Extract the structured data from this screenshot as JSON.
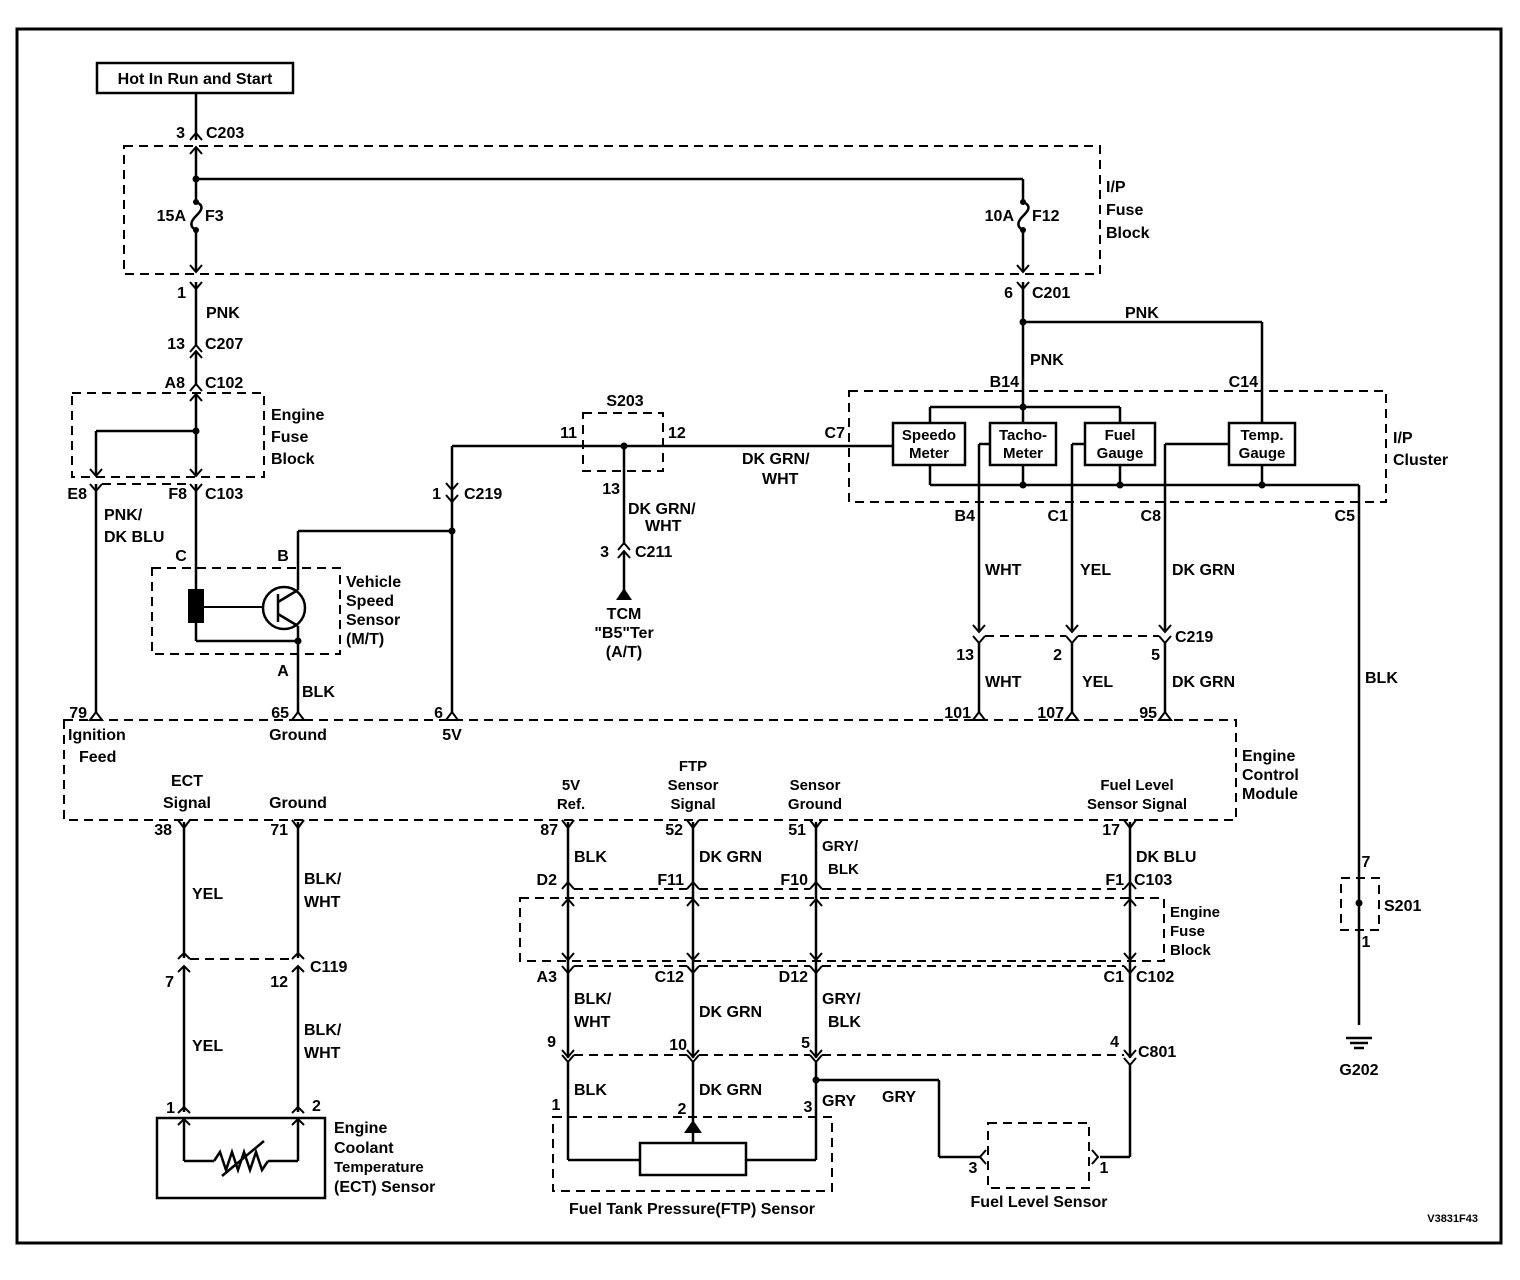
{
  "diagram": {
    "power_source": "Hot In Run and Start",
    "drawing_id": "V3831F43",
    "ip_fuse_block": {
      "label_lines": [
        "I/P",
        "Fuse",
        "Block"
      ],
      "connector_top": {
        "pin": "3",
        "name": "C203"
      },
      "fuse_f3": {
        "rating": "15A",
        "name": "F3"
      },
      "fuse_f12": {
        "rating": "10A",
        "name": "F12"
      },
      "out_left": {
        "pin": "1"
      },
      "out_right": {
        "pin": "6",
        "name": "C201"
      }
    },
    "left_chain": {
      "wire1": "PNK",
      "c207": {
        "pin": "13",
        "name": "C207"
      },
      "c102": {
        "pin": "A8",
        "name": "C102"
      }
    },
    "engine_fuse_block_top": {
      "label_lines": [
        "Engine",
        "Fuse",
        "Block"
      ],
      "pin_e8": "E8",
      "pin_f8": "F8",
      "connector": "C103",
      "wire_e8": [
        "PNK/",
        "DK BLU"
      ]
    },
    "vss": {
      "label_lines": [
        "Vehicle",
        "Speed",
        "Sensor",
        "(M/T)"
      ],
      "pin_c": "C",
      "pin_b": "B",
      "pin_a": "A",
      "wire_a": "BLK"
    },
    "c219_left": {
      "pin": "1",
      "name": "C219"
    },
    "splice_s203": {
      "name": "S203",
      "pin11": "11",
      "pin12": "12",
      "pin13": "13"
    },
    "tcm": {
      "wire_main": [
        "DK GRN/",
        "WHT"
      ],
      "wire_branch": [
        "DK GRN/",
        "WHT"
      ],
      "c211": {
        "pin": "3",
        "name": "C211"
      },
      "label_lines": [
        "TCM",
        "\"B5\"Ter",
        "(A/T)"
      ]
    },
    "ip_cluster": {
      "label_lines": [
        "I/P",
        "Cluster"
      ],
      "wire_top": "PNK",
      "wire_b14": "PNK",
      "pins": {
        "b14": "B14",
        "c14": "C14",
        "c7": "C7",
        "b4": "B4",
        "c1": "C1",
        "c8": "C8",
        "c5": "C5"
      },
      "gauges": [
        [
          "Speedo",
          "Meter"
        ],
        [
          "Tacho-",
          "Meter"
        ],
        [
          "Fuel",
          "Gauge"
        ],
        [
          "Temp.",
          "Gauge"
        ]
      ]
    },
    "c219_right": {
      "name": "C219",
      "pins": [
        "13",
        "2",
        "5"
      ],
      "wires_upper": [
        "WHT",
        "YEL",
        "DK GRN"
      ],
      "wires_lower": [
        "WHT",
        "YEL",
        "DK GRN"
      ]
    },
    "ecm": {
      "label_lines": [
        "Engine",
        "Control",
        "Module"
      ],
      "top_pins": [
        {
          "pin": "79",
          "label": [
            "Ignition",
            "Feed"
          ]
        },
        {
          "pin": "65",
          "label": [
            "Ground"
          ]
        },
        {
          "pin": "6",
          "label": [
            "5V"
          ]
        },
        {
          "pin": "101"
        },
        {
          "pin": "107"
        },
        {
          "pin": "95"
        }
      ],
      "bottom_pins": [
        {
          "pin": "38",
          "label": [
            "ECT",
            "Signal"
          ]
        },
        {
          "pin": "71",
          "label": [
            "Ground"
          ]
        },
        {
          "pin": "87",
          "label": [
            "5V",
            "Ref."
          ]
        },
        {
          "pin": "52",
          "label": [
            "FTP",
            "Sensor",
            "Signal"
          ]
        },
        {
          "pin": "51",
          "label": [
            "Sensor",
            "Ground"
          ]
        },
        {
          "pin": "17",
          "label": [
            "Fuel Level",
            "Sensor Signal"
          ]
        }
      ]
    },
    "ground_path": {
      "wire": "BLK",
      "splice": {
        "name": "S201",
        "pin_top": "7",
        "pin_bottom": "1"
      },
      "ground": "G202"
    },
    "ect_circuit": {
      "wire_signal_upper": "YEL",
      "wire_ground_upper": [
        "BLK/",
        "WHT"
      ],
      "c119": {
        "name": "C119",
        "pin_signal": "7",
        "pin_ground": "12"
      },
      "wire_signal_lower": "YEL",
      "wire_ground_lower": [
        "BLK/",
        "WHT"
      ],
      "sensor_pins": [
        "1",
        "2"
      ],
      "sensor_label": [
        "Engine",
        "Coolant",
        "Temperature",
        "(ECT) Sensor"
      ]
    },
    "engine_fuse_block_bottom": {
      "label_lines": [
        "Engine",
        "Fuse",
        "Block"
      ],
      "upper_wires": [
        "BLK",
        "DK GRN",
        "GRY/ BLK",
        "DK BLU"
      ],
      "upper_pins": [
        "D2",
        "F11",
        "F10",
        "F1"
      ],
      "upper_connector": "C103",
      "lower_pins": [
        "A3",
        "C12",
        "D12",
        "C1"
      ],
      "lower_connector": "C102"
    },
    "c801": {
      "name": "C801",
      "pins": [
        "9",
        "10",
        "5",
        "4"
      ],
      "upper_wires": [
        [
          "BLK/",
          "WHT"
        ],
        [
          "DK GRN"
        ],
        [
          "GRY/",
          "BLK"
        ]
      ]
    },
    "ftp_sensor": {
      "label": "Fuel Tank Pressure(FTP) Sensor",
      "pins": [
        "1",
        "2",
        "3"
      ],
      "wires": [
        "BLK",
        "DK GRN",
        "GRY"
      ],
      "branch_wire": "GRY"
    },
    "fuel_level_sensor": {
      "label": "Fuel Level Sensor",
      "pin_left": "3",
      "pin_right": "1"
    }
  }
}
